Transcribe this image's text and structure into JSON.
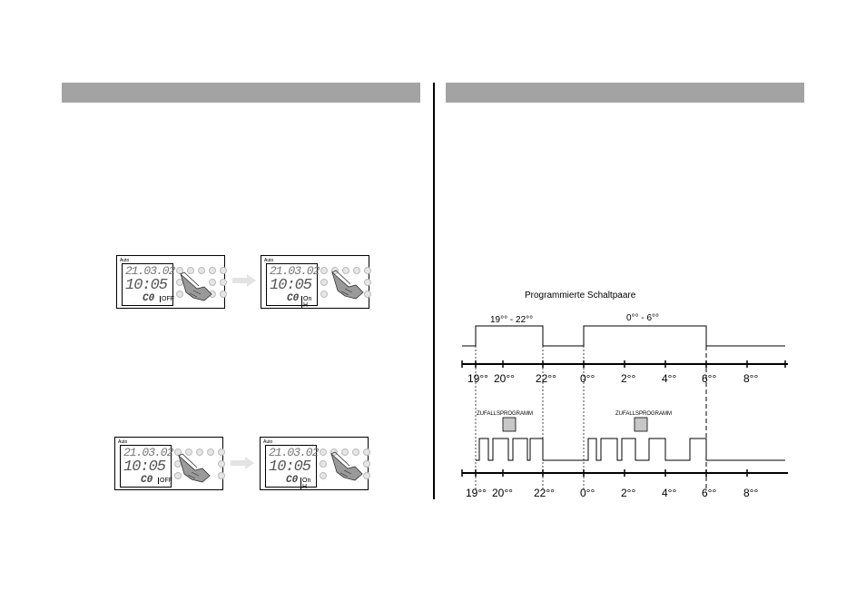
{
  "devices": {
    "auto_label": "Auto",
    "date": "21.03.02",
    "time": "10:05",
    "prog": "C0",
    "state_off": "OFF",
    "state_on_h": "On H",
    "footer": "· · · · · · ·"
  },
  "diagram": {
    "title": "Programmierte  Schaltpaare",
    "pair1_label": "19°° - 22°°",
    "pair2_label": "0°° - 6°°",
    "ticks": [
      "19°°",
      "20°°",
      "22°°",
      "0°°",
      "2°°",
      "4°°",
      "6°°",
      "8°°"
    ],
    "zufall1": "ZUFALLSPROGRAMM",
    "zufall2": "ZUFALLSPROGRAMM"
  }
}
